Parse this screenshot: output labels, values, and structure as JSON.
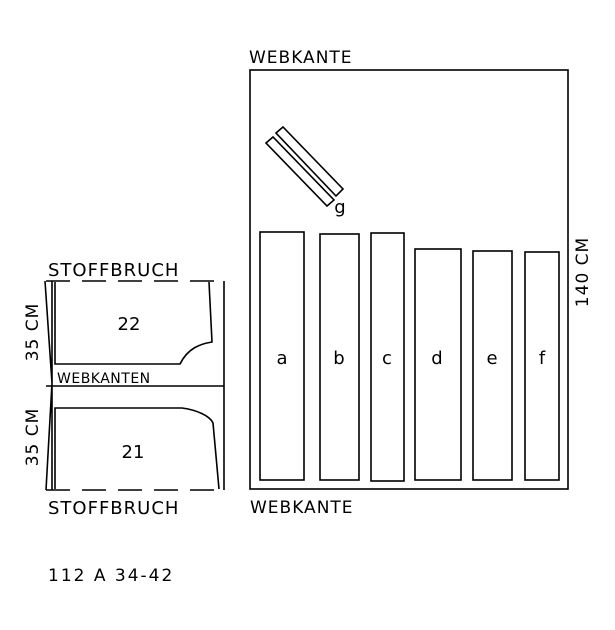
{
  "colors": {
    "ink": "#000000",
    "paper": "#ffffff"
  },
  "left_panel": {
    "fold_top": "STOFFBRUCH",
    "fold_bottom": "STOFFBRUCH",
    "selvedges_middle": "WEBKANTEN",
    "piece_upper": "22",
    "piece_lower": "21",
    "dim_upper": "35 CM",
    "dim_lower": "35 CM"
  },
  "right_panel": {
    "selvedge_top": "WEBKANTE",
    "selvedge_bottom": "WEBKANTE",
    "dim_height": "140 CM",
    "strip_g": "g",
    "strips": [
      "a",
      "b",
      "c",
      "d",
      "e",
      "f"
    ]
  },
  "footer": {
    "code": "112 A 34-42"
  }
}
